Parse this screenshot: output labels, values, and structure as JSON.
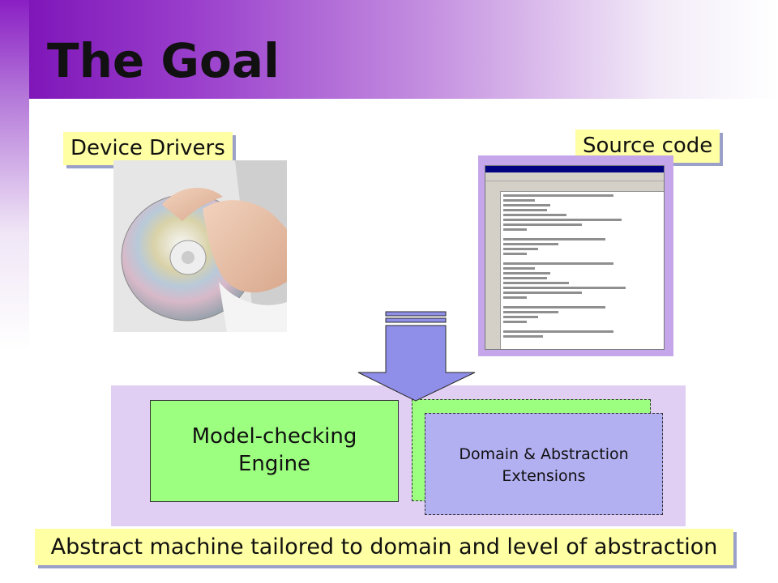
{
  "slide": {
    "title": "The Goal",
    "labels": {
      "device_drivers": "Device Drivers",
      "source_code": "Source code",
      "abstract_machine": "Abstract machine tailored to domain and level of abstraction"
    },
    "boxes": {
      "engine_line1": "Model-checking",
      "engine_line2": "Engine",
      "extensions_line1": "Domain & Abstraction",
      "extensions_line2": "Extensions"
    }
  },
  "colors": {
    "header_accent": "#7a0fb5",
    "label_background": "#ffffa3",
    "engine_green": "#9cff80",
    "extensions_lavender": "#b3b0f2",
    "machine_panel": "#e1cef3",
    "arrow_fill": "#8f8ee8"
  },
  "icons": {
    "photo": "hand-holding-cd-photo",
    "screenshot": "visual-basic-code-editor-screenshot",
    "arrow": "down-arrow"
  }
}
